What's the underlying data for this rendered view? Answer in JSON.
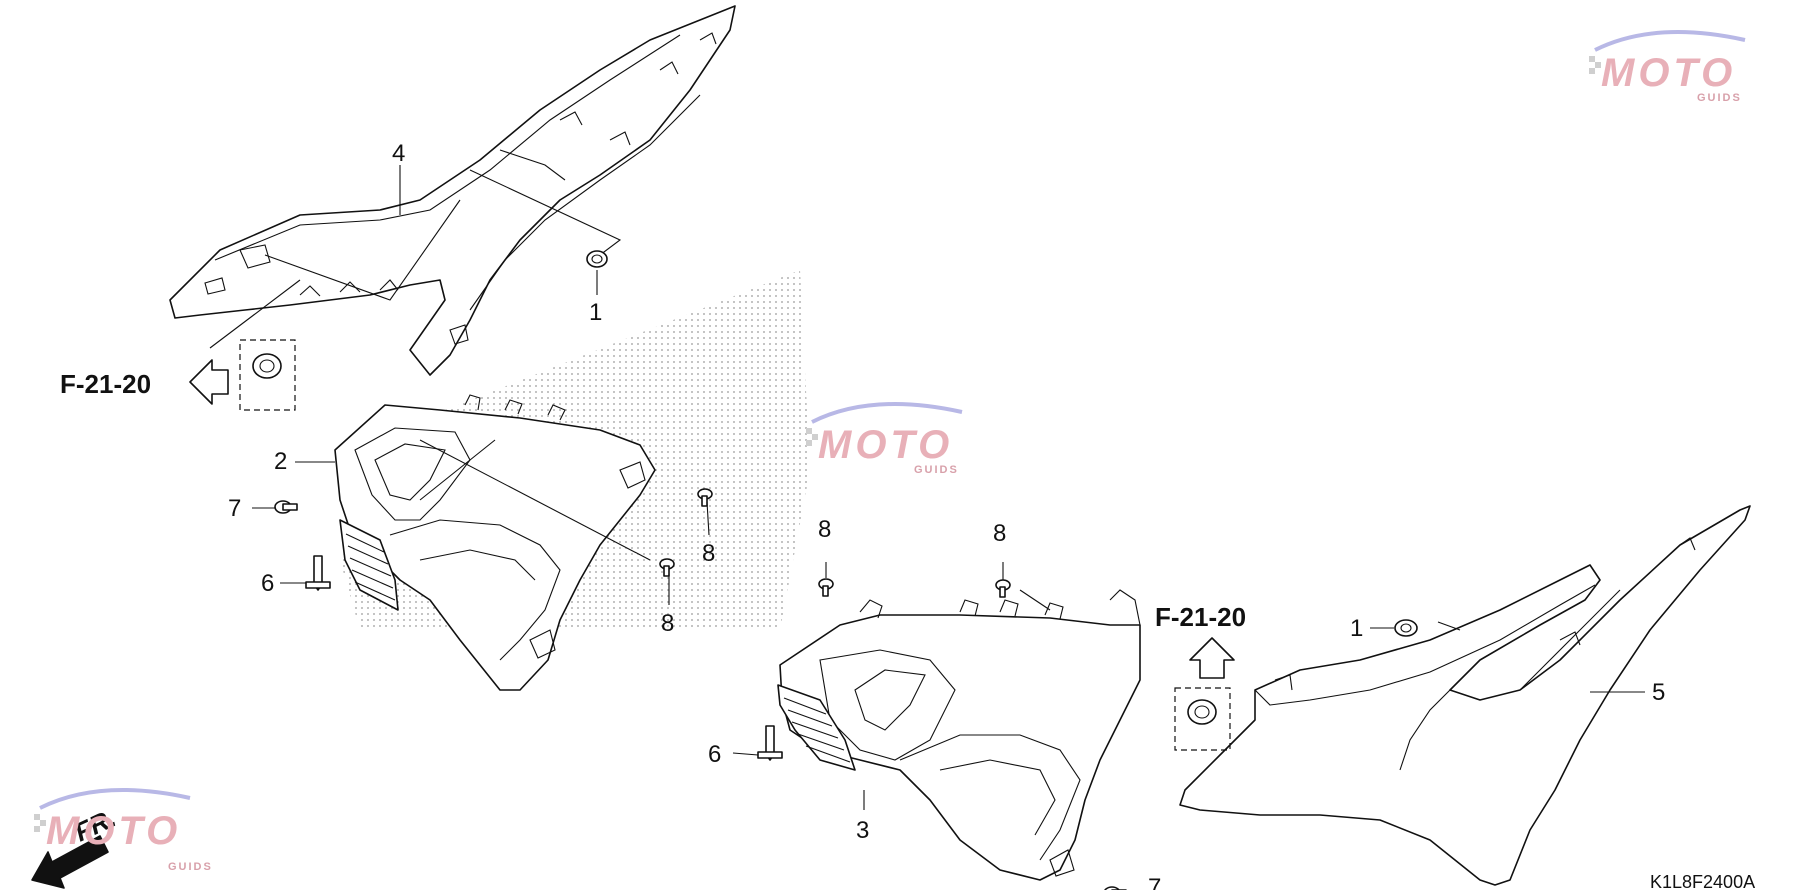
{
  "diagram": {
    "callouts": {
      "c1a": "1",
      "c1b": "1",
      "c2": "2",
      "c3": "3",
      "c4": "4",
      "c5": "5",
      "c6a": "6",
      "c6b": "6",
      "c7a": "7",
      "c7b": "7",
      "c8a": "8",
      "c8b": "8",
      "c8c": "8",
      "c8d": "8"
    },
    "references": {
      "left": "F-21-20",
      "right": "F-21-20"
    },
    "direction_label": "FR.",
    "diagram_code": "K1L8F2400A"
  },
  "watermark": {
    "text": "MOTO",
    "sub": "GUIDS",
    "colors": {
      "letters": "#e8b0b8",
      "swoosh": "#b8b8e6",
      "checker": "#cfcfcf"
    }
  },
  "colors": {
    "line": "#111111",
    "shading": "#9a9a9a"
  }
}
